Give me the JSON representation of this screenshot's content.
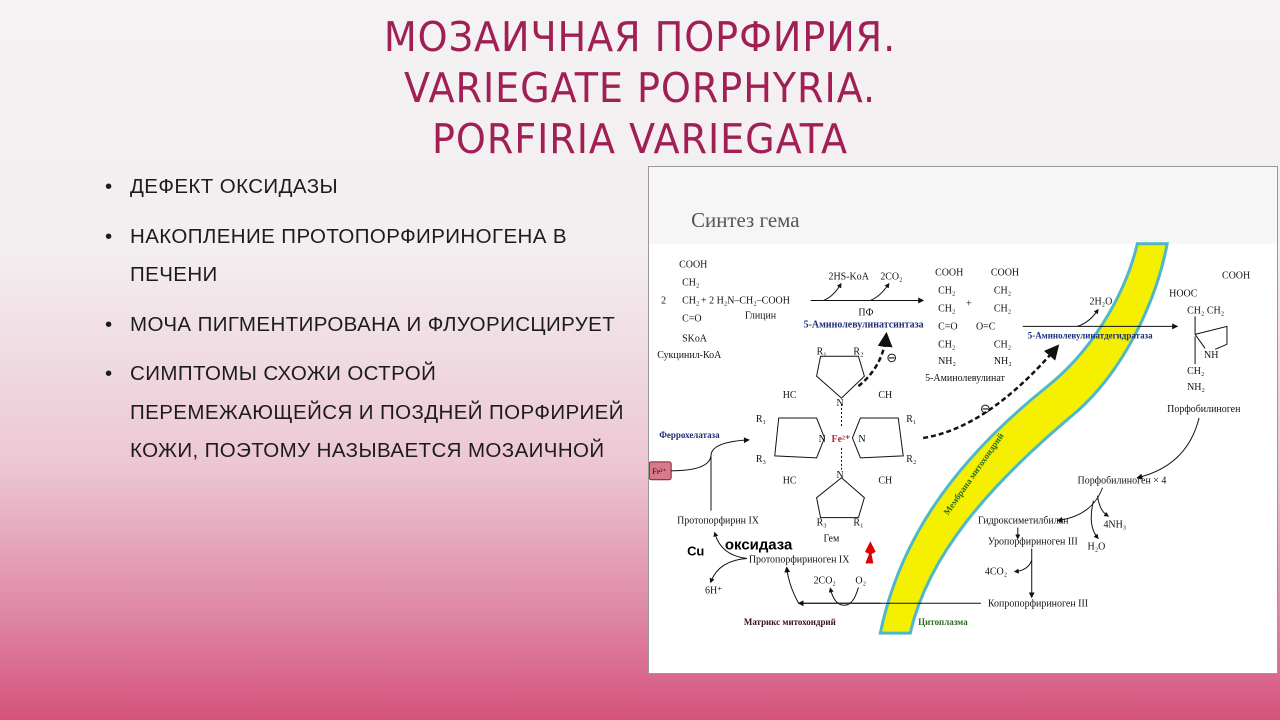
{
  "title": {
    "line1": "МОЗАИЧНАЯ ПОРФИРИЯ.",
    "line2": "VARIEGATE PORPHYRIA.",
    "line3": "PORFIRIA VARIEGATA"
  },
  "bullets": [
    "ДЕФЕКТ ОКСИДАЗЫ",
    "НАКОПЛЕНИЕ ПРОТОПОРФИРИНОГЕНА В ПЕЧЕНИ",
    "МОЧА ПИГМЕНТИРОВАНА И ФЛУОРИСЦИРУЕТ",
    "СИМПТОМЫ СХОЖИ ОСТРОЙ ПЕРЕМЕЖАЮЩЕЙСЯ И ПОЗДНЕЙ ПОРФИРИЕЙ КОЖИ, ПОЭТОМУ НАЗЫВАЕТСЯ МОЗАИЧНОЙ"
  ],
  "diagram": {
    "title": "Синтез гема",
    "succinyl": {
      "cooh": "COOH",
      "ch2a": "CH₂",
      "coef": "2",
      "ch2b": "CH₂",
      "co": "C=O",
      "skoa": "SKoA",
      "name": "Сукцинил-КоА"
    },
    "glycine": {
      "formula": "+  2 H₂N–CH₂–COOH",
      "name": "Глицин"
    },
    "step1": {
      "out1": "2HS-KoA",
      "out2": "2CO₂",
      "cofactor": "ПФ",
      "enzyme": "5-Аминолевулинатсинтаза"
    },
    "ala": {
      "cooh": "COOH",
      "ch2": "CH₂",
      "co": "C=O",
      "oc": "O=C",
      "nh2": "NH₂",
      "plus": "+",
      "name": "5-Аминолевулинат"
    },
    "step2": {
      "out": "2H₂O",
      "enzyme": "5-Аминолевулинатдегидратаза"
    },
    "pbg": {
      "cooh": "COOH",
      "hooc": "HOOC",
      "ch2ch2": "CH₂  CH₂",
      "nh": "NH",
      "ch2": "CH₂",
      "nh2": "NH₂",
      "name": "Порфобилиноген"
    },
    "pbg4": "Порфобилиноген × 4",
    "hmb": "Гидроксиметилбилан",
    "nh3": "4NH₃",
    "h2o": "H₂O",
    "uro": "Уропорфириноген III",
    "co2_4": "4CO₂",
    "copro": "Копропорфириноген III",
    "cytoplasm": "Цитоплазма",
    "matrix": "Матрикс митохондрий",
    "membrane": "Мембрана митохондрий",
    "heme": {
      "fe": "Fe²⁺",
      "n": "N",
      "r1": "R₁",
      "r2": "R₂",
      "r3": "R₃",
      "hc": "HC",
      "ch": "CH",
      "name": "Гем"
    },
    "ferrochelatase": "Феррохелатаза",
    "fe_box": "Fe²⁺",
    "protoporphyrin": "Протопорфирин IX",
    "cu": "Cu",
    "oxidase": "оксидаза",
    "protoporphyrinogen": "Протопорфириноген IX",
    "h6": "6H⁺",
    "co2_2": "2CO₂",
    "o2": "O₂",
    "inhibit": "⊖"
  },
  "colors": {
    "title": "#a01f55",
    "enzyme": "#1c2e7a",
    "membrane": "#f5f000",
    "membrane_edge": "#4fb8c8",
    "fe_box": "#d97a8a",
    "highlight_arrow": "#e00000"
  }
}
